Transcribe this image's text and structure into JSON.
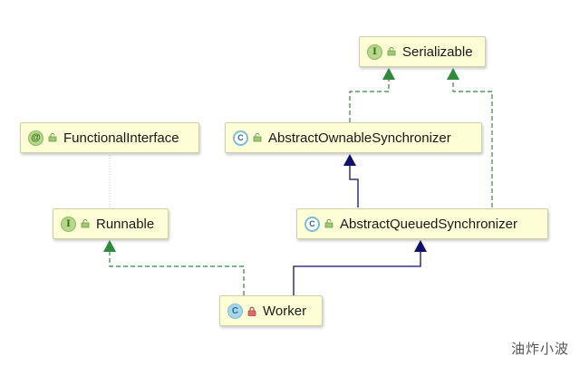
{
  "diagram": {
    "nodes": {
      "serializable": {
        "label": "Serializable",
        "badge": "I",
        "kind": "interface"
      },
      "functional_interface": {
        "label": "FunctionalInterface",
        "badge": "@",
        "kind": "annotation"
      },
      "abstract_ownable_synchronizer": {
        "label": "AbstractOwnableSynchronizer",
        "badge": "C",
        "kind": "abstract-class"
      },
      "runnable": {
        "label": "Runnable",
        "badge": "I",
        "kind": "interface"
      },
      "abstract_queued_synchronizer": {
        "label": "AbstractQueuedSynchronizer",
        "badge": "C",
        "kind": "abstract-class"
      },
      "worker": {
        "label": "Worker",
        "badge": "C",
        "kind": "class"
      }
    },
    "edges": [
      {
        "from": "Worker",
        "to": "Runnable",
        "type": "implements"
      },
      {
        "from": "Worker",
        "to": "AbstractQueuedSynchronizer",
        "type": "extends"
      },
      {
        "from": "AbstractQueuedSynchronizer",
        "to": "AbstractOwnableSynchronizer",
        "type": "extends"
      },
      {
        "from": "AbstractQueuedSynchronizer",
        "to": "Serializable",
        "type": "implements"
      },
      {
        "from": "AbstractOwnableSynchronizer",
        "to": "Serializable",
        "type": "implements"
      },
      {
        "from": "Runnable",
        "to": "FunctionalInterface",
        "type": "annotated-by"
      }
    ],
    "colors": {
      "implements_edge": "#2f8a3c",
      "extends_edge": "#11116b",
      "annotation_edge": "#c8c8c8",
      "node_fill": "#fdfdd6"
    }
  },
  "watermark": "油炸小波"
}
